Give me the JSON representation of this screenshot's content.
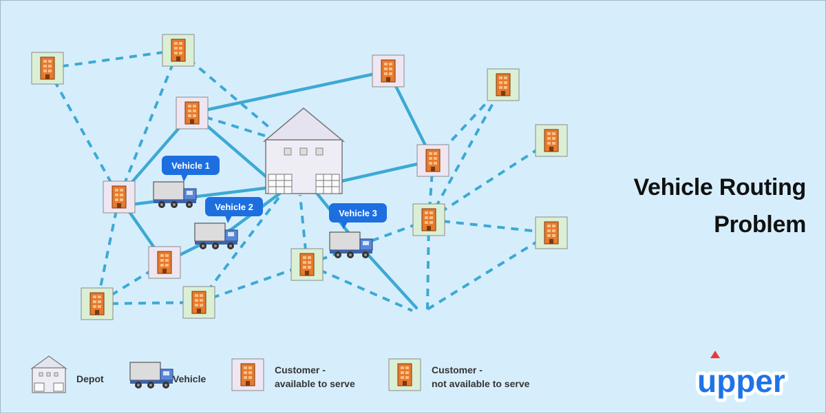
{
  "title": {
    "line1": "Vehicle Routing",
    "line2": "Problem"
  },
  "vehicles": [
    {
      "id": "v1",
      "label": "Vehicle 1"
    },
    {
      "id": "v2",
      "label": "Vehicle 2"
    },
    {
      "id": "v3",
      "label": "Vehicle 3"
    }
  ],
  "legend": {
    "depot": "Depot",
    "vehicle": "Vehicle",
    "available_line1": "Customer -",
    "available_line2": "available to serve",
    "unavailable_line1": "Customer -",
    "unavailable_line2": "not available to serve"
  },
  "logo": {
    "text": "upper"
  },
  "colors": {
    "background": "#d6eefc",
    "route_solid": "#3da9d4",
    "route_dashed": "#3da9d4",
    "vehicle_label_bg": "#1d6fe0",
    "building": "#e67a2e",
    "available_tile": "#efe6f1",
    "unavailable_tile": "#dbefd4",
    "logo_blue": "#1f73e8",
    "logo_red": "#ea3b3b"
  }
}
